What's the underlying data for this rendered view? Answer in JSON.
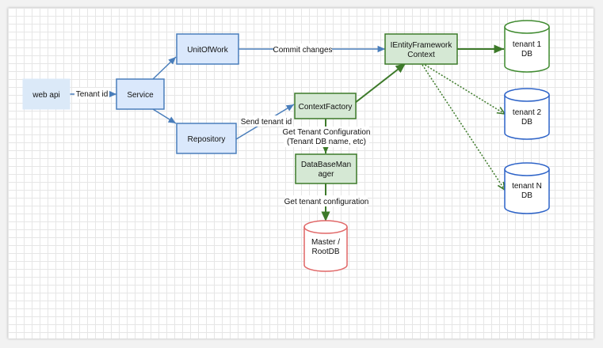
{
  "nodes": {
    "web_api": {
      "label": "web api"
    },
    "service": {
      "label": "Service"
    },
    "unit_of_work": {
      "label": "UnitOfWork"
    },
    "repository": {
      "label": "Repository"
    },
    "context_factory": {
      "label": "ContextFactory"
    },
    "ientity_framework_context": {
      "label_line1": "IEntityFramework",
      "label_line2": "Context"
    },
    "database_manager": {
      "label_line1": "DataBaseMan",
      "label_line2": "ager"
    },
    "master_root_db": {
      "label_line1": "Master /",
      "label_line2": "RootDB"
    },
    "tenant1_db": {
      "label_line1": "tenant 1",
      "label_line2": "DB"
    },
    "tenant2_db": {
      "label_line1": "tenant 2",
      "label_line2": "DB"
    },
    "tenantN_db": {
      "label_line1": "tenant N",
      "label_line2": "DB"
    }
  },
  "edges": {
    "tenant_id": "Tenant id",
    "commit_changes": "Commit changes",
    "send_tenant_id": "Send tenant id",
    "get_tenant_configuration_line1": "Get Tenant Configuration",
    "get_tenant_configuration_line2": "(Tenant DB name, etc)",
    "get_tenant_configuration_lower": "Get tenant configuration"
  },
  "colors": {
    "blue_stroke": "#4a7ebb",
    "blue_fill": "#dae8fc",
    "blue_box_fill": "#e3eefb",
    "green_stroke": "#3d7a2a",
    "green_fill": "#d5e8d4",
    "red_stroke": "#e06666",
    "db_blue_stroke": "#2d63c8",
    "db_green_stroke": "#3f8a2f"
  }
}
